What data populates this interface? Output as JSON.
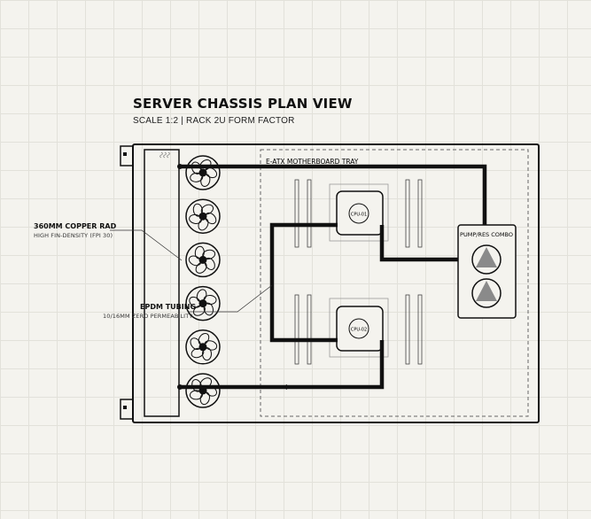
{
  "header": {
    "title": "SERVER CHASSIS PLAN VIEW",
    "subtitle": "SCALE 1:2 | RACK 2U FORM FACTOR"
  },
  "tray": {
    "label": "E-ATX MOTHERBOARD TRAY"
  },
  "radiator": {
    "title": "360MM COPPER RAD",
    "subtitle": "HIGH FIN-DENSITY (FPI 30)",
    "fan_count": 6
  },
  "tubing": {
    "title": "EPDM TUBING",
    "subtitle": "10/16MM ZERO PERMEABILITY"
  },
  "pump": {
    "label": "PUMP/RES COMBO"
  },
  "cpus": [
    {
      "label": "CPU-01"
    },
    {
      "label": "CPU-02"
    }
  ],
  "colors": {
    "background": "#f4f3ee",
    "grid": "#e2e1da",
    "line": "#111111",
    "pump_triangle": "#8a8a8a"
  }
}
